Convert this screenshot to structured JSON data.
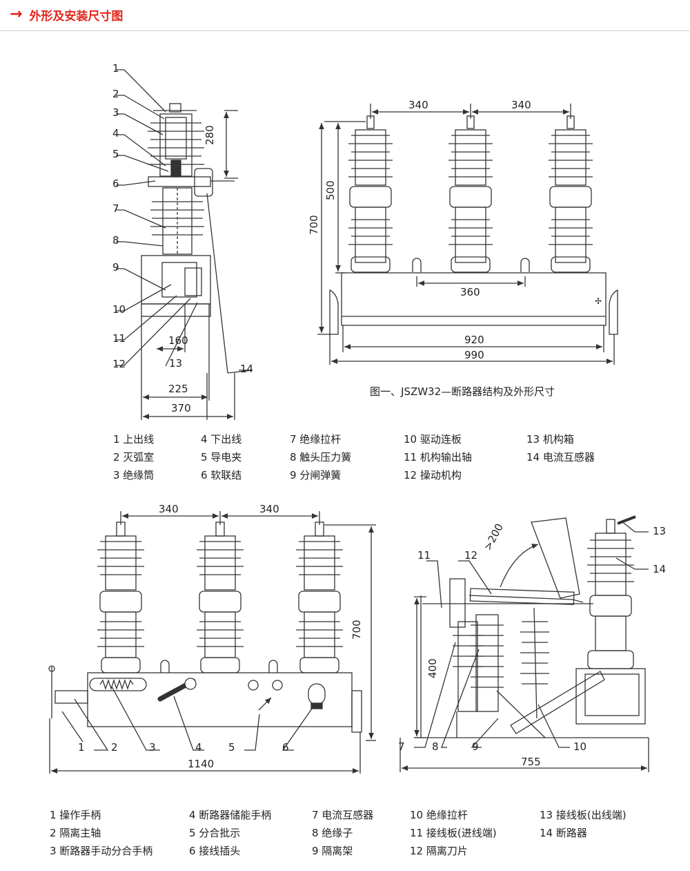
{
  "header": {
    "arrow": "→",
    "title": "外形及安装尺寸图"
  },
  "figure1": {
    "caption": "图一、JSZW32—断路器结构及外形尺寸",
    "side_callouts": [
      "1",
      "2",
      "3",
      "4",
      "5",
      "6",
      "7",
      "8",
      "9",
      "10",
      "11",
      "12",
      "13",
      "14"
    ],
    "side_dims": {
      "top_height": "280",
      "w1": "160",
      "w2": "225",
      "w3": "370"
    },
    "front_dims": {
      "pitch1": "340",
      "pitch2": "340",
      "mount": "360",
      "w1": "920",
      "w2": "990",
      "h1": "500",
      "h2": "700"
    },
    "legend": [
      "1 上出线",
      "2 灭弧室",
      "3 绝缘筒",
      "4 下出线",
      "5 导电夹",
      "6 软联结",
      "7 绝缘拉杆",
      "8 触头压力簧",
      "9 分闸弹簧",
      "10 驱动连板",
      "11 机构输出轴",
      "12 操动机构",
      "13 机构箱",
      "14 电流互感器"
    ]
  },
  "figure2": {
    "front_dims": {
      "pitch1": "340",
      "pitch2": "340",
      "height": "700",
      "width": "1140"
    },
    "front_callouts": [
      "1",
      "2",
      "3",
      "4",
      "5",
      "6"
    ],
    "side_dims": {
      "angle": ">200",
      "height": "400",
      "width": "755"
    },
    "side_callouts": [
      "7",
      "8",
      "9",
      "10",
      "11",
      "12",
      "13",
      "14"
    ],
    "legend": [
      "1 操作手柄",
      "2 隔离主轴",
      "3 断路器手动分合手柄",
      "4 断路器储能手柄",
      "5 分合批示",
      "6 接线插头",
      "7 电流互感器",
      "8 绝缘子",
      "9 隔离架",
      "10 绝缘拉杆",
      "11 接线板(进线端)",
      "12 隔离刀片",
      "13 接线板(出线端)",
      "14 断路器"
    ]
  }
}
